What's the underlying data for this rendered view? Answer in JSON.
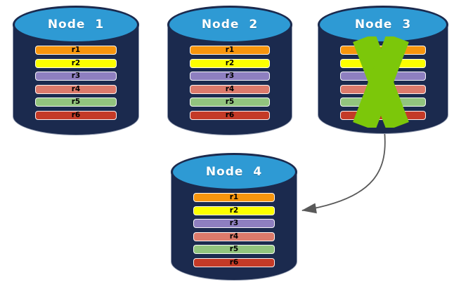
{
  "diagram_title": "",
  "nodes": [
    {
      "label": "Node 1",
      "crossed_out": false,
      "rows": [
        {
          "label": "r1",
          "color": "#F7950D"
        },
        {
          "label": "r2",
          "color": "#FCFF00"
        },
        {
          "label": "r3",
          "color": "#8E7FC0"
        },
        {
          "label": "r4",
          "color": "#DC7A6B"
        },
        {
          "label": "r5",
          "color": "#92C47E"
        },
        {
          "label": "r6",
          "color": "#C43A27"
        }
      ]
    },
    {
      "label": "Node 2",
      "crossed_out": false,
      "rows": [
        {
          "label": "r1",
          "color": "#F7950D"
        },
        {
          "label": "r2",
          "color": "#FCFF00"
        },
        {
          "label": "r3",
          "color": "#8E7FC0"
        },
        {
          "label": "r4",
          "color": "#DC7A6B"
        },
        {
          "label": "r5",
          "color": "#92C47E"
        },
        {
          "label": "r6",
          "color": "#C43A27"
        }
      ]
    },
    {
      "label": "Node 3",
      "crossed_out": true,
      "rows": [
        {
          "label": "r1",
          "color": "#F7950D"
        },
        {
          "label": "r2",
          "color": "#FCFF00"
        },
        {
          "label": "r3",
          "color": "#8E7FC0"
        },
        {
          "label": "r4",
          "color": "#DC7A6B"
        },
        {
          "label": "r5",
          "color": "#92C47E"
        },
        {
          "label": "r6",
          "color": "#C43A27"
        }
      ]
    },
    {
      "label": "Node 4",
      "crossed_out": false,
      "rows": [
        {
          "label": "r1",
          "color": "#F7950D"
        },
        {
          "label": "r2",
          "color": "#FCFF00"
        },
        {
          "label": "r3",
          "color": "#8E7FC0"
        },
        {
          "label": "r4",
          "color": "#DC7A6B"
        },
        {
          "label": "r5",
          "color": "#92C47E"
        },
        {
          "label": "r6",
          "color": "#C43A27"
        }
      ]
    }
  ],
  "cylinder": {
    "top_color": "#2E9AD4",
    "body_color": "#1B2A4E"
  },
  "failure_cross": {
    "on_node": "Node 3",
    "color": "#7CC70A"
  },
  "arrow": {
    "from": "Node 3",
    "to": "Node 4",
    "color": "#595959"
  }
}
